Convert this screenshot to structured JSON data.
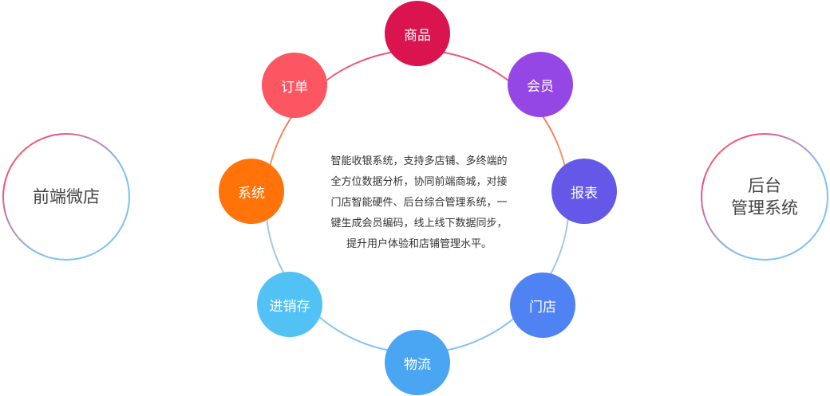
{
  "left_ring": {
    "label": "前端微店"
  },
  "right_ring": {
    "line1": "后台",
    "line2": "管理系统"
  },
  "center_text": [
    "智能收银系统，支持多店铺、多终端的",
    "全方位数据分析，协同前端商城，对接",
    "门店智能硬件、后台综合管理系统，一",
    "键生成会员编码，线上线下数据同步，",
    "提升用户体验和店铺管理水平。"
  ],
  "nodes": [
    {
      "label": "商品",
      "color": "#d9144f"
    },
    {
      "label": "会员",
      "color": "#9547e6"
    },
    {
      "label": "报表",
      "color": "#6558e8"
    },
    {
      "label": "门店",
      "color": "#4f82f2"
    },
    {
      "label": "物流",
      "color": "#4aa6f2"
    },
    {
      "label": "进销存",
      "color": "#52c2f5"
    },
    {
      "label": "系统",
      "color": "#ff7309"
    },
    {
      "label": "订单",
      "color": "#fb5661"
    }
  ],
  "colors": {
    "gradient_pink": "#ee4e7d",
    "gradient_orange": "#f2935a",
    "gradient_blue": "#7fc1ef"
  }
}
